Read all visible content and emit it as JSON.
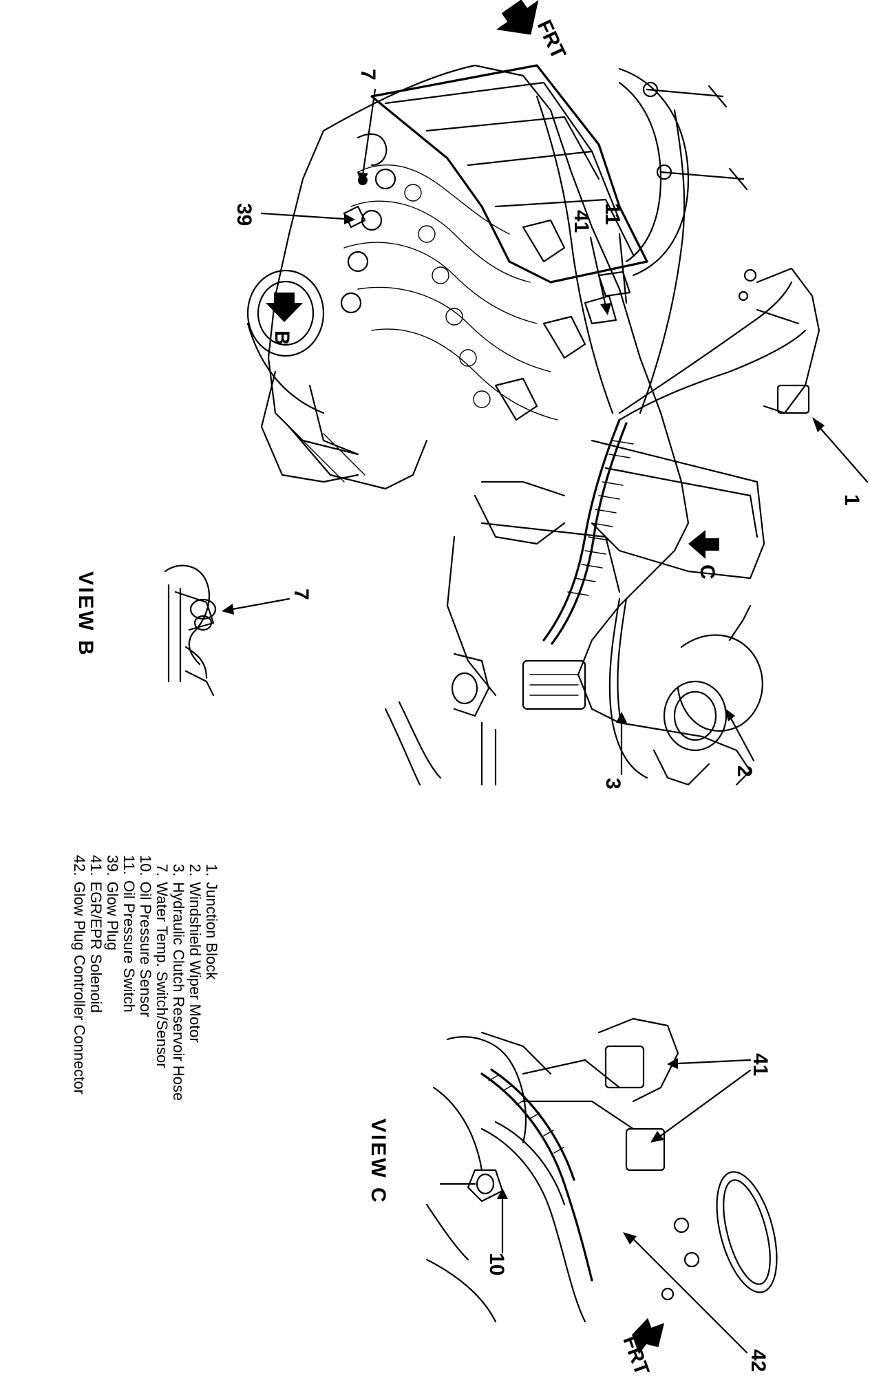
{
  "views": {
    "view_b": "VIEW  B",
    "view_c": "VIEW  C"
  },
  "direction": "FRT",
  "main_callouts": [
    "1",
    "2",
    "3",
    "7",
    "39",
    "41",
    "11"
  ],
  "view_b_callouts": [
    "7"
  ],
  "view_c_callouts": [
    "41",
    "10",
    "42"
  ],
  "inset_marks": {
    "b": "B",
    "c": "C"
  },
  "legend": [
    {
      "num": "1.",
      "text": "Junction Block"
    },
    {
      "num": "2.",
      "text": "Windshield Wiper Motor"
    },
    {
      "num": "3.",
      "text": "Hydraulic Clutch Reservoir Hose"
    },
    {
      "num": "7.",
      "text": "Water Temp. Switch/Sensor"
    },
    {
      "num": "10.",
      "text": "Oil Pressure Sensor"
    },
    {
      "num": "11.",
      "text": "Oil Pressure Switch"
    },
    {
      "num": "39.",
      "text": "Glow Plug"
    },
    {
      "num": "41.",
      "text": "EGR/EPR Solenoid"
    },
    {
      "num": "42.",
      "text": "Glow Plug Controller Connector"
    }
  ]
}
